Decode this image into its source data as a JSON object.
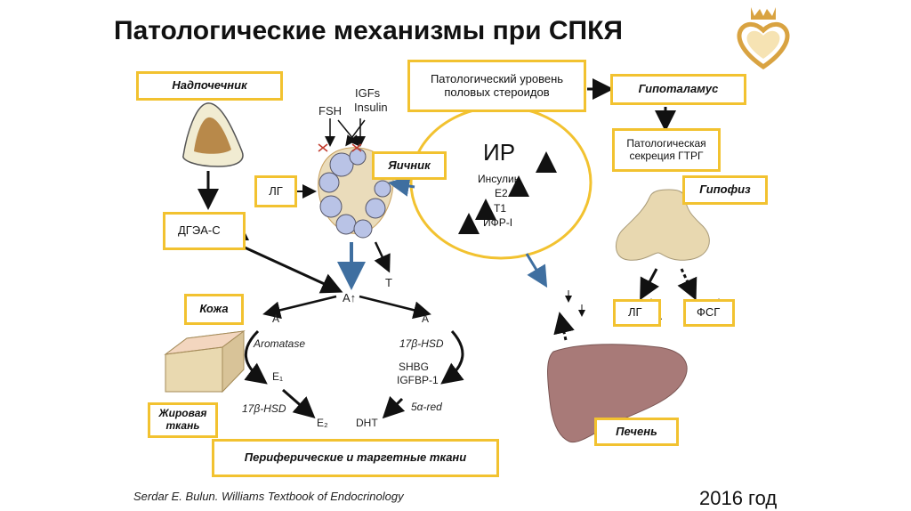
{
  "title": "Патологические механизмы при СПКЯ",
  "boxes": {
    "adrenal": "Надпочечник",
    "steroids": "Патологический уровень половых стероидов",
    "hypothalamus": "Гипоталамус",
    "gnrh": "Патологическая секреция ГТРГ",
    "ovary": "Яичник",
    "lh_in": "ЛГ",
    "dhea": "ДГЭА-С",
    "pituitary": "Гипофиз",
    "lh_out": "ЛГ",
    "fsh_out": "ФСГ",
    "skin": "Кожа",
    "fat": "Жировая ткань",
    "liver": "Печень",
    "peripheral": "Периферические и таргетные ткани"
  },
  "ir": {
    "title": "ИР",
    "insulin": "Инсулин",
    "e2": "E2",
    "t1": "T1",
    "igf": "ИФР-I"
  },
  "labels": {
    "fsh": "FSH",
    "igfs": "IGFs",
    "insulin": "Insulin",
    "a_center": "A↑",
    "t": "T",
    "a_left": "A",
    "a_right": "A",
    "aromatase": "Aromatase",
    "hsd17_top": "17β-HSD",
    "e1": "E₁",
    "shbg": "SHBG",
    "igfbp": "IGFBP-1",
    "hsd17_bottom": "17β-HSD",
    "red5a": "5α-red",
    "e2": "E₂",
    "dht": "DHT"
  },
  "citation": "Serdar E. Bulun. Williams Textbook of Endocrinology",
  "year": "2016 год",
  "colors": {
    "box_border": "#f2c230",
    "blue_arrow": "#3f6fa0",
    "organ_fill": "#e8d8b0",
    "liver_fill": "#a87a78",
    "follicle": "#b9c3e6",
    "logo_gold": "#d9a341"
  }
}
